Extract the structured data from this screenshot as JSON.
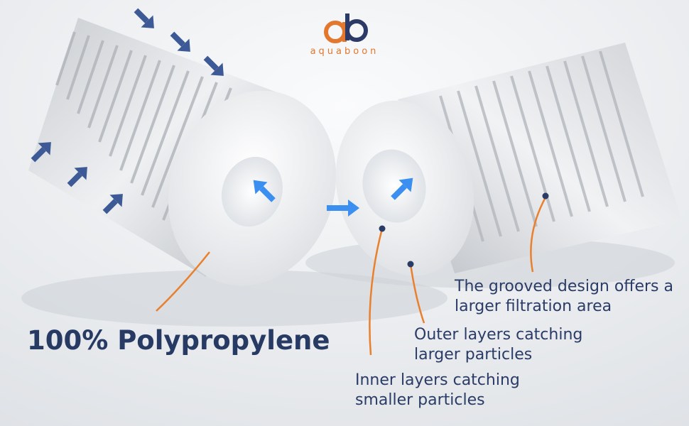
{
  "brand": {
    "name": "aquaboon",
    "mark": "ab"
  },
  "headline": "100% Polypropylene",
  "annotations": {
    "grooved": "The grooved design offers a larger filtration area",
    "outer": "Outer layers catching larger particles",
    "inner": "Inner layers catching smaller particles"
  },
  "colors": {
    "arrow_outer": "#3d5a96",
    "arrow_flow": "#3b8ff0",
    "leader": "#e8802e",
    "text": "#263a63",
    "brand_orange": "#e3772e",
    "brand_navy": "#2b3a67"
  }
}
